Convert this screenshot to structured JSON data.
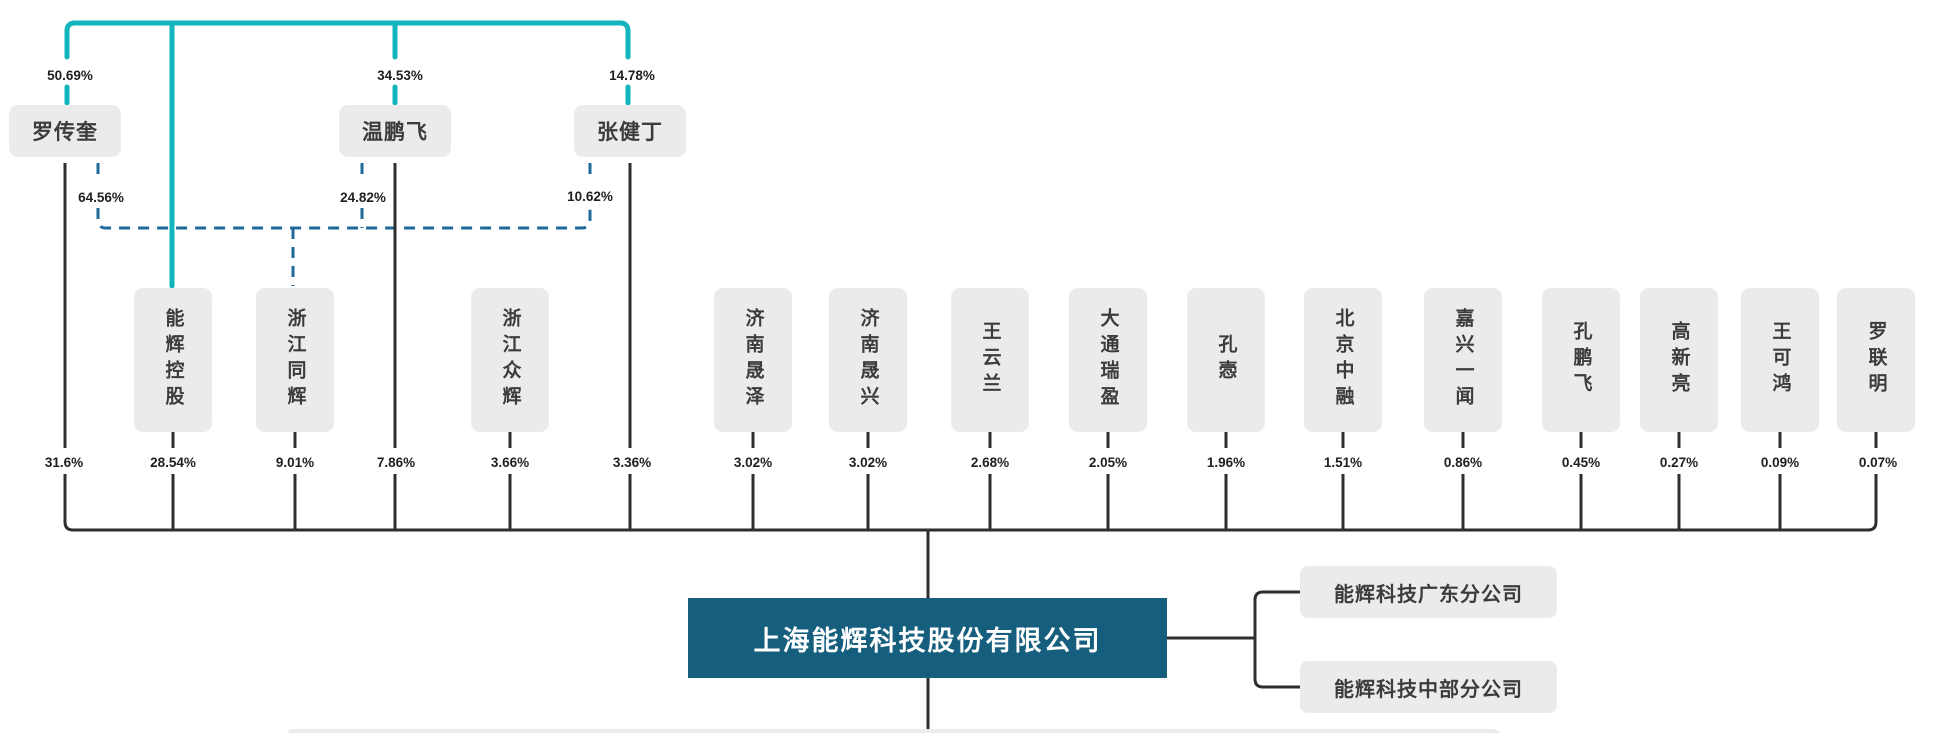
{
  "company": {
    "name": "上海能辉科技股份有限公司"
  },
  "branches": [
    {
      "name": "能辉科技广东分公司"
    },
    {
      "name": "能辉科技中部分公司"
    }
  ],
  "top_shareholders": [
    {
      "name": "罗传奎",
      "holding_pct": "50.69%",
      "tonghui_pct": "64.56%",
      "direct_pct": "31.6%"
    },
    {
      "name": "温鹏飞",
      "holding_pct": "34.53%",
      "tonghui_pct": "24.82%",
      "direct_pct": "7.86%"
    },
    {
      "name": "张健丁",
      "holding_pct": "14.78%",
      "tonghui_pct": "10.62%",
      "direct_pct": "3.36%"
    }
  ],
  "columns": [
    {
      "name": null,
      "pct": "31.6%"
    },
    {
      "name": "能辉控股",
      "pct": "28.54%"
    },
    {
      "name": "浙江同辉",
      "pct": "9.01%"
    },
    {
      "name": null,
      "pct": "7.86%"
    },
    {
      "name": "浙江众辉",
      "pct": "3.66%"
    },
    {
      "name": null,
      "pct": "3.36%"
    },
    {
      "name": "济南晟泽",
      "pct": "3.02%"
    },
    {
      "name": "济南晟兴",
      "pct": "3.02%"
    },
    {
      "name": "王云兰",
      "pct": "2.68%"
    },
    {
      "name": "大通瑞盈",
      "pct": "2.05%"
    },
    {
      "name": "孔悫",
      "pct": "1.96%"
    },
    {
      "name": "北京中融",
      "pct": "1.51%"
    },
    {
      "name": "嘉兴一闻",
      "pct": "0.86%"
    },
    {
      "name": "孔鹏飞",
      "pct": "0.45%"
    },
    {
      "name": "高新亮",
      "pct": "0.27%"
    },
    {
      "name": "王可鸿",
      "pct": "0.09%"
    },
    {
      "name": "罗联明",
      "pct": "0.07%"
    }
  ],
  "colors": {
    "teal_line": "#13b5bc",
    "dashed_line_blue": "#1d6a9b",
    "dark_line": "#2e2e2e",
    "box_gray": "#ebebeb",
    "company_bg": "#155e7e"
  }
}
